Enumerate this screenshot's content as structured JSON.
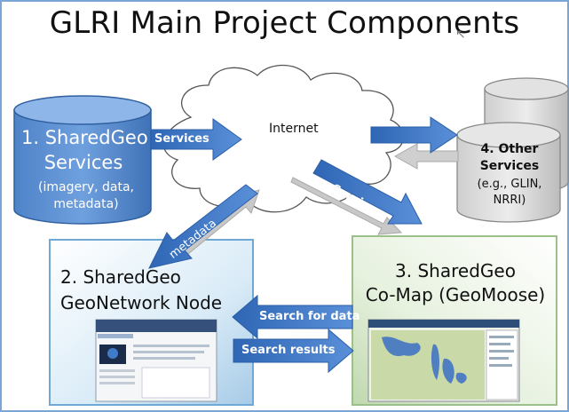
{
  "title": "GLRI Main Project Components",
  "cloud": {
    "label": "Internet"
  },
  "nodes": {
    "sharedgeo_services": {
      "line1": "1.  SharedGeo",
      "line2": "Services",
      "line3": "(imagery, data,",
      "line4": "metadata)"
    },
    "other_services": {
      "line1": "4. Other",
      "line2": "Services",
      "line3": "(e.g., GLIN,",
      "line4": "NRRI)"
    },
    "geonetwork": {
      "line1": "2. SharedGeo",
      "line2": "GeoNetwork Node"
    },
    "comap": {
      "line1": "3. SharedGeo",
      "line2": "Co-Map (GeoMoose)"
    }
  },
  "arrows": {
    "services_left": "Services",
    "services_diagonal": "Services",
    "metadata": "metadata",
    "search_for_data": "Search for data",
    "search_results": "Search results"
  }
}
